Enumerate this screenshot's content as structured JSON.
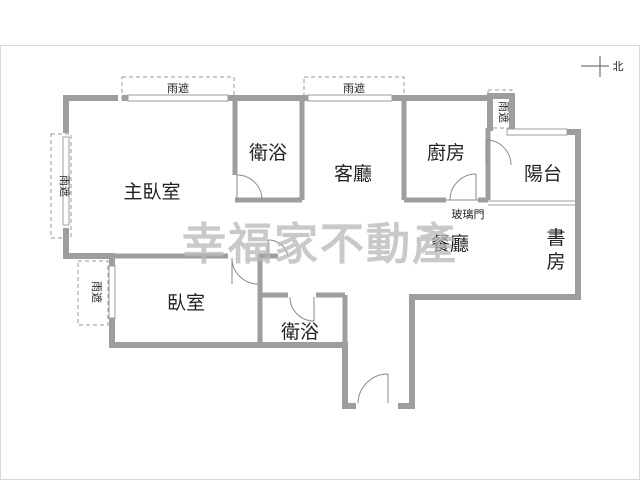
{
  "rooms": {
    "master_bedroom": "主臥室",
    "bath_top": "衛浴",
    "living_room": "客廳",
    "kitchen": "廚房",
    "balcony": "陽台",
    "dining_room": "餐廳",
    "study": "書房",
    "bedroom": "臥室",
    "bath_bottom": "衛浴"
  },
  "rain_shelter": "雨遮",
  "glass_door": "玻璃門",
  "north_label": "北",
  "watermark": "幸福家不動產"
}
